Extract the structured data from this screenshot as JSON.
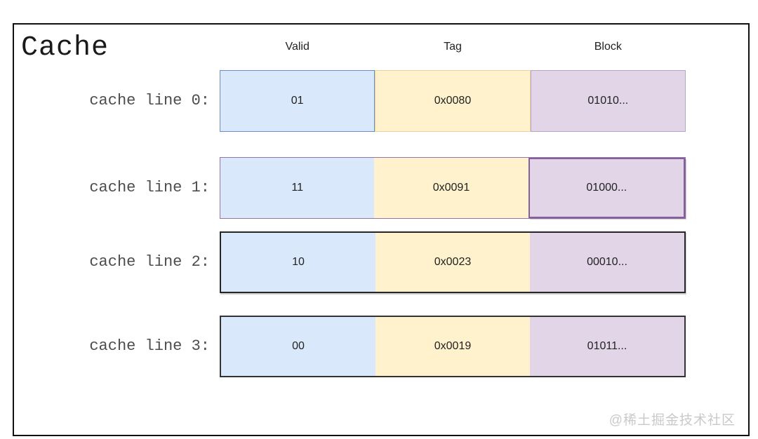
{
  "title": "Cache",
  "columns": [
    "Valid",
    "Tag",
    "Block"
  ],
  "rows": [
    {
      "label": "cache line 0:",
      "valid": "01",
      "tag": "0x0080",
      "block": "01010..."
    },
    {
      "label": "cache line 1:",
      "valid": "11",
      "tag": "0x0091",
      "block": "01000..."
    },
    {
      "label": "cache line 2:",
      "valid": "10",
      "tag": "0x0023",
      "block": "00010..."
    },
    {
      "label": "cache line 3:",
      "valid": "00",
      "tag": "0x0019",
      "block": "01011..."
    }
  ],
  "watermark": "@稀土掘金技术社区",
  "colors": {
    "valid_fill": "#dae8fc",
    "valid_border": "#6c8ebf",
    "tag_fill": "#fff2cc",
    "tag_border": "#d6b656",
    "block_fill": "#e1d5e7",
    "block_border": "#9673a6"
  }
}
